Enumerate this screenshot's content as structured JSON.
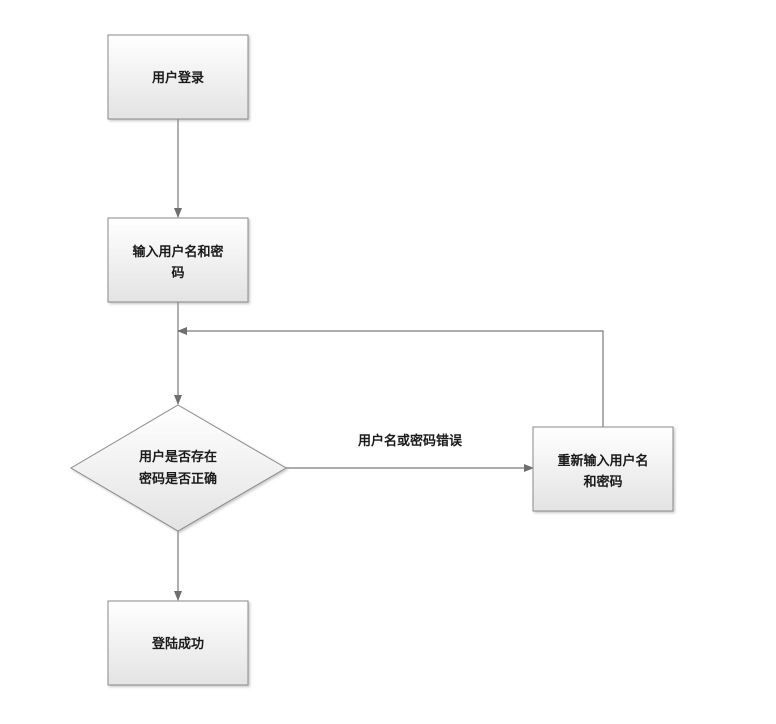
{
  "diagram": {
    "nodes": {
      "login": {
        "line1": "用户登录"
      },
      "input": {
        "line1": "输入用户名和密",
        "line2": "码"
      },
      "check": {
        "line1": "用户是否存在",
        "line2": "密码是否正确"
      },
      "reinput": {
        "line1": "重新输入用户名",
        "line2": "和密码"
      },
      "success": {
        "line1": "登陆成功"
      }
    },
    "edges": {
      "error_label": "用户名或密码错误"
    }
  }
}
